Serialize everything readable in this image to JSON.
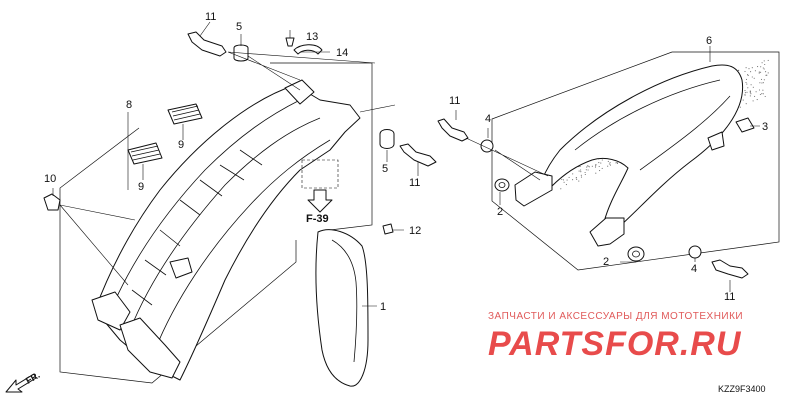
{
  "diagram": {
    "callouts": [
      {
        "id": "c1",
        "text": "1"
      },
      {
        "id": "c2a",
        "text": "2"
      },
      {
        "id": "c2b",
        "text": "2"
      },
      {
        "id": "c3",
        "text": "3"
      },
      {
        "id": "c4a",
        "text": "4"
      },
      {
        "id": "c4b",
        "text": "4"
      },
      {
        "id": "c5a",
        "text": "5"
      },
      {
        "id": "c5b",
        "text": "5"
      },
      {
        "id": "c6",
        "text": "6"
      },
      {
        "id": "c8",
        "text": "8"
      },
      {
        "id": "c9a",
        "text": "9"
      },
      {
        "id": "c9b",
        "text": "9"
      },
      {
        "id": "c10",
        "text": "10"
      },
      {
        "id": "c11a",
        "text": "11"
      },
      {
        "id": "c11b",
        "text": "11"
      },
      {
        "id": "c11c",
        "text": "11"
      },
      {
        "id": "c11d",
        "text": "11"
      },
      {
        "id": "c12",
        "text": "12"
      },
      {
        "id": "c13",
        "text": "13"
      },
      {
        "id": "c14",
        "text": "14"
      }
    ],
    "reference": "F-39",
    "direction": "FR.",
    "diagram_code": "KZZ9F3400"
  },
  "watermark": {
    "tagline": "ЗАПЧАСТИ И АКСЕССУАРЫ ДЛЯ МОТОТЕХНИКИ",
    "brand": "PARTSFOR.RU",
    "color": "#e84b4b"
  }
}
